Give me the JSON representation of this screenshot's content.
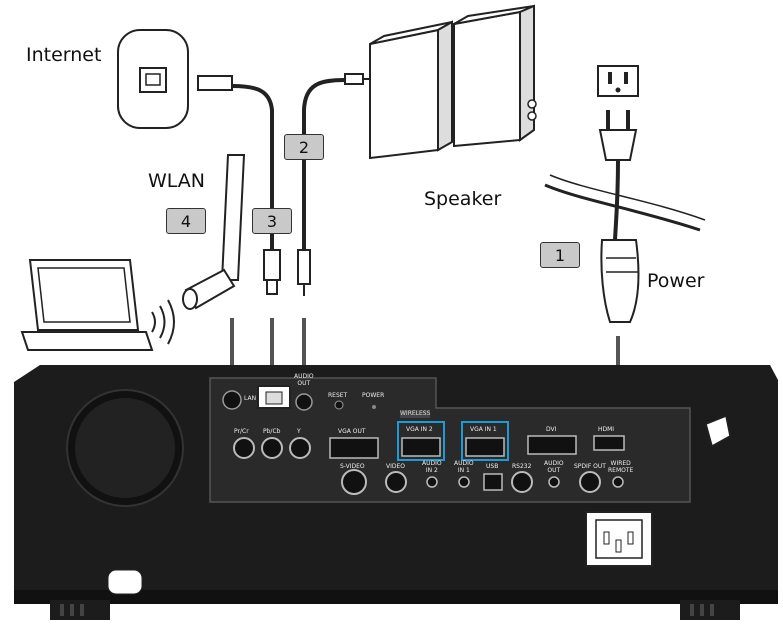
{
  "labels": {
    "internet": "Internet",
    "speaker": "Speaker",
    "wlan": "WLAN",
    "power": "Power"
  },
  "badges": {
    "power": "1",
    "audio": "2",
    "lan": "3",
    "wlan": "4"
  },
  "ports": {
    "lan": "LAN",
    "audio_out_top": "AUDIO",
    "audio_out_bottom": "OUT",
    "reset": "RESET",
    "power_led": "POWER",
    "wireless": "WIRELESS",
    "pr_cr": "Pr/Cr",
    "pb_cb": "Pb/Cb",
    "y": "Y",
    "vga_out": "VGA OUT",
    "vga_in_2": "VGA IN 2",
    "vga_in_1": "VGA IN 1",
    "dvi": "DVI",
    "hdmi": "HDMI",
    "s_video": "S-VIDEO",
    "video": "VIDEO",
    "audio_in_2_top": "AUDIO",
    "audio_in_2_bottom": "IN 2",
    "audio_in_1_top": "AUDIO",
    "audio_in_1_bottom": "IN 1",
    "usb": "USB",
    "rs232": "RS232",
    "audio_out2_top": "AUDIO",
    "audio_out2_bottom": "OUT",
    "spdif_out": "SPDIF OUT",
    "wired_remote_top": "WIRED",
    "wired_remote_bottom": "REMOTE"
  },
  "colors": {
    "projector_body": "#1c1c1c",
    "panel": "#2a2a2a",
    "highlight": "#1e9ad6",
    "cable": "#222222",
    "badge": "#c9c9c9",
    "arrow": "#555555"
  }
}
